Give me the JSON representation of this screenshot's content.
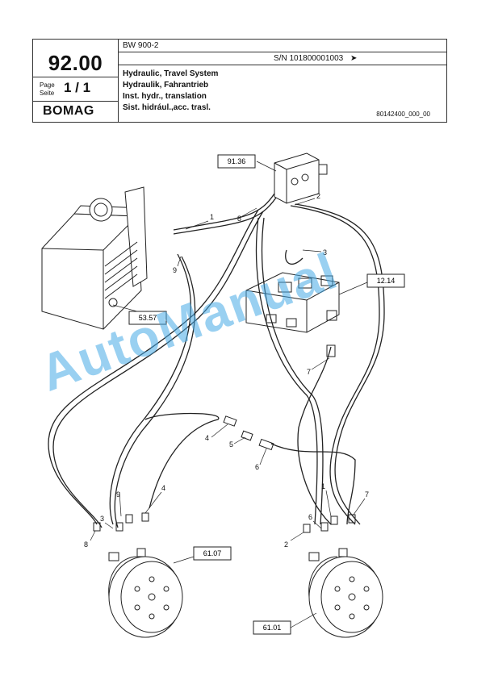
{
  "header": {
    "model": "BW 900-2",
    "serial": "S/N 101800001003",
    "serial_arrow": "➤",
    "sheet": "92.00",
    "page_label_line1": "Page",
    "page_label_line2": "Seite",
    "page_number": "1 / 1",
    "logo": "BOMAG",
    "titles": [
      "Hydraulic, Travel System",
      "Hydraulik, Fahrantrieb",
      "Inst. hydr., translation",
      "Sist. hidrául.,acc. trasl."
    ],
    "doc_number": "80142400_000_00"
  },
  "drawing": {
    "reference_tags": [
      "91.36",
      "53.57",
      "12.14",
      "61.07",
      "61.01"
    ],
    "part_numbers": [
      "1",
      "2",
      "3",
      "4",
      "5",
      "6",
      "7",
      "8",
      "9",
      "9",
      "4",
      "3",
      "8",
      "2",
      "6",
      "1",
      "7"
    ]
  },
  "watermark": "AutoManual",
  "colors": {
    "line": "#222222",
    "watermark": "#46aae6"
  }
}
